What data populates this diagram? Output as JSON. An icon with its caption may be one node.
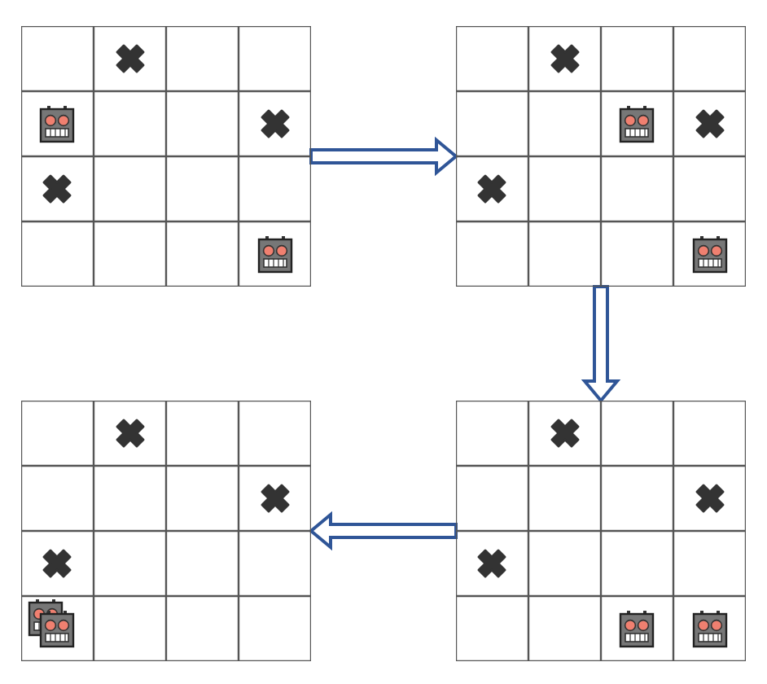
{
  "diagram": {
    "nodes": [
      {
        "text": [],
        "shape": "grid"
      },
      {
        "text": [],
        "shape": "grid"
      },
      {
        "text": [],
        "shape": "grid"
      },
      {
        "text": [],
        "shape": "grid"
      }
    ],
    "edges": [
      {
        "from": 0,
        "to": 1,
        "arrow": "to"
      },
      {
        "from": 1,
        "to": 3,
        "arrow": "to"
      },
      {
        "from": 3,
        "to": 2,
        "arrow": "to"
      }
    ]
  }
}
